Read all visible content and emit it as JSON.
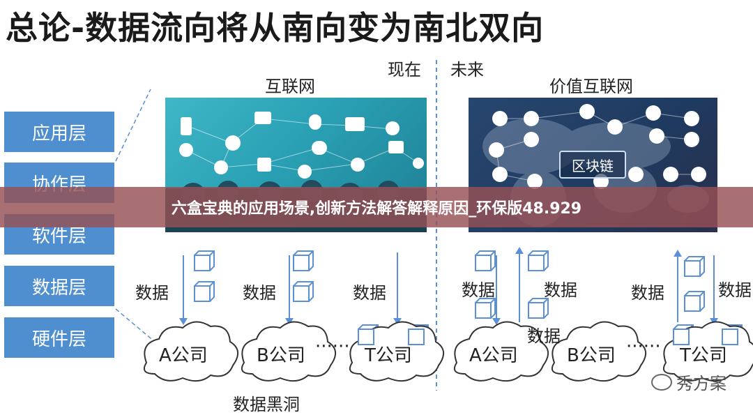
{
  "title": "总论-数据流向将从南向变为南北双向",
  "headers": {
    "now": "现在",
    "future": "未来",
    "internet": "互联网",
    "value_internet": "价值互联网"
  },
  "layers": [
    "应用层",
    "协作层",
    "软件层",
    "数据层",
    "硬件层"
  ],
  "blockchain_label": "区块链",
  "data_label": "数据",
  "companies": {
    "a": "A公司",
    "b": "B公司",
    "t": "T公司",
    "ellipsis": "······"
  },
  "black_hole": "数据黑洞",
  "banner": "六盒宝典的应用场景,创新方法解答解释原因_环保版48.929",
  "watermark": "秀方案",
  "colors": {
    "layer_blue": "#4f8fd0",
    "arrow_blue": "#5b8fd6",
    "banner": "#965055"
  }
}
